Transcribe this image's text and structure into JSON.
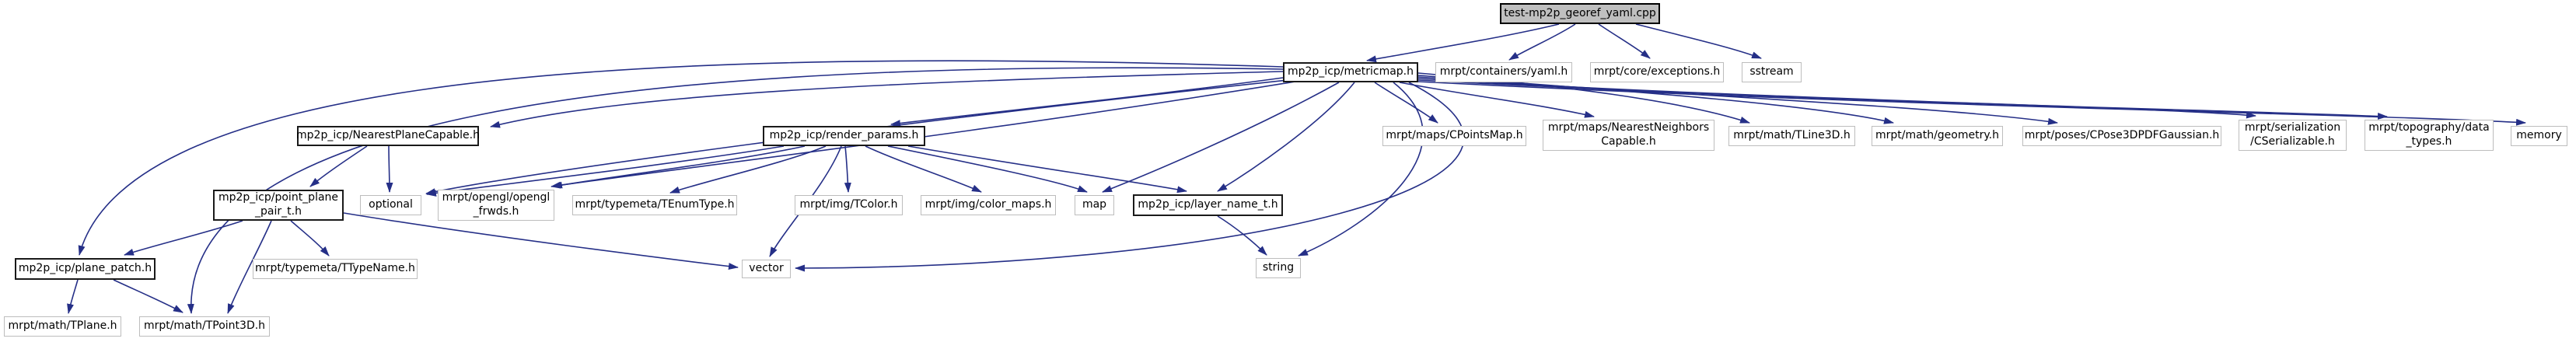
{
  "graph": {
    "kind": "include-dependency-graph",
    "current_file": "test-mp2p_georef_yaml.cpp",
    "colors": {
      "edge": "#252f87",
      "current_node_fill": "#bfbfbf",
      "internal_node_border": "#1a1a1a",
      "external_node_border": "#bdbdbd",
      "background": "#ffffff"
    },
    "nodes": [
      {
        "id": "test_cpp",
        "label": "test-mp2p_georef_yaml.cpp",
        "type": "current"
      },
      {
        "id": "metricmap",
        "label": "mp2p_icp/metricmap.h",
        "type": "internal"
      },
      {
        "id": "yaml",
        "label": "mrpt/containers/yaml.h",
        "type": "external"
      },
      {
        "id": "exceptions",
        "label": "mrpt/core/exceptions.h",
        "type": "external"
      },
      {
        "id": "sstream",
        "label": "sstream",
        "type": "external"
      },
      {
        "id": "nearest_plane",
        "label": "mp2p_icp/NearestPlaneCapable.h",
        "type": "internal"
      },
      {
        "id": "render_params",
        "label": "mp2p_icp/render_params.h",
        "type": "internal"
      },
      {
        "id": "cpointsmap",
        "label": "mrpt/maps/CPointsMap.h",
        "type": "external"
      },
      {
        "id": "nncapable",
        "label": "mrpt/maps/NearestNeighbors\nCapable.h",
        "type": "external"
      },
      {
        "id": "tline3d",
        "label": "mrpt/math/TLine3D.h",
        "type": "external"
      },
      {
        "id": "geometry",
        "label": "mrpt/math/geometry.h",
        "type": "external"
      },
      {
        "id": "cpose",
        "label": "mrpt/poses/CPose3DPDFGaussian.h",
        "type": "external"
      },
      {
        "id": "cserializable",
        "label": "mrpt/serialization\n/CSerializable.h",
        "type": "external"
      },
      {
        "id": "topography",
        "label": "mrpt/topography/data\n_types.h",
        "type": "external"
      },
      {
        "id": "memory",
        "label": "memory",
        "type": "external"
      },
      {
        "id": "point_plane",
        "label": "mp2p_icp/point_plane\n_pair_t.h",
        "type": "internal"
      },
      {
        "id": "optional",
        "label": "optional",
        "type": "external"
      },
      {
        "id": "opengl",
        "label": "mrpt/opengl/opengl\n_frwds.h",
        "type": "external"
      },
      {
        "id": "tenum",
        "label": "mrpt/typemeta/TEnumType.h",
        "type": "external"
      },
      {
        "id": "tcolor",
        "label": "mrpt/img/TColor.h",
        "type": "external"
      },
      {
        "id": "colormaps",
        "label": "mrpt/img/color_maps.h",
        "type": "external"
      },
      {
        "id": "map",
        "label": "map",
        "type": "external"
      },
      {
        "id": "layer_name",
        "label": "mp2p_icp/layer_name_t.h",
        "type": "internal"
      },
      {
        "id": "plane_patch",
        "label": "mp2p_icp/plane_patch.h",
        "type": "internal"
      },
      {
        "id": "ttypename",
        "label": "mrpt/typemeta/TTypeName.h",
        "type": "external"
      },
      {
        "id": "vector",
        "label": "vector",
        "type": "external"
      },
      {
        "id": "string",
        "label": "string",
        "type": "external"
      },
      {
        "id": "tplane",
        "label": "mrpt/math/TPlane.h",
        "type": "external"
      },
      {
        "id": "tpoint3d",
        "label": "mrpt/math/TPoint3D.h",
        "type": "external"
      }
    ],
    "edges": [
      {
        "from": "test_cpp",
        "to": "metricmap"
      },
      {
        "from": "test_cpp",
        "to": "yaml"
      },
      {
        "from": "test_cpp",
        "to": "exceptions"
      },
      {
        "from": "test_cpp",
        "to": "sstream"
      },
      {
        "from": "metricmap",
        "to": "nearest_plane"
      },
      {
        "from": "metricmap",
        "to": "render_params"
      },
      {
        "from": "metricmap",
        "to": "cpointsmap"
      },
      {
        "from": "metricmap",
        "to": "nncapable"
      },
      {
        "from": "metricmap",
        "to": "tline3d"
      },
      {
        "from": "metricmap",
        "to": "geometry"
      },
      {
        "from": "metricmap",
        "to": "cpose"
      },
      {
        "from": "metricmap",
        "to": "cserializable"
      },
      {
        "from": "metricmap",
        "to": "topography"
      },
      {
        "from": "metricmap",
        "to": "memory"
      },
      {
        "from": "metricmap",
        "to": "plane_patch"
      },
      {
        "from": "metricmap",
        "to": "tpoint3d"
      },
      {
        "from": "metricmap",
        "to": "optional"
      },
      {
        "from": "metricmap",
        "to": "opengl"
      },
      {
        "from": "metricmap",
        "to": "map"
      },
      {
        "from": "metricmap",
        "to": "layer_name"
      },
      {
        "from": "metricmap",
        "to": "string"
      },
      {
        "from": "metricmap",
        "to": "vector"
      },
      {
        "from": "nearest_plane",
        "to": "point_plane"
      },
      {
        "from": "nearest_plane",
        "to": "optional"
      },
      {
        "from": "render_params",
        "to": "optional"
      },
      {
        "from": "render_params",
        "to": "opengl"
      },
      {
        "from": "render_params",
        "to": "tenum"
      },
      {
        "from": "render_params",
        "to": "tcolor"
      },
      {
        "from": "render_params",
        "to": "colormaps"
      },
      {
        "from": "render_params",
        "to": "map"
      },
      {
        "from": "render_params",
        "to": "layer_name"
      },
      {
        "from": "render_params",
        "to": "vector"
      },
      {
        "from": "point_plane",
        "to": "plane_patch"
      },
      {
        "from": "point_plane",
        "to": "ttypename"
      },
      {
        "from": "point_plane",
        "to": "tpoint3d"
      },
      {
        "from": "point_plane",
        "to": "vector"
      },
      {
        "from": "plane_patch",
        "to": "tplane"
      },
      {
        "from": "plane_patch",
        "to": "tpoint3d"
      },
      {
        "from": "layer_name",
        "to": "string"
      }
    ]
  }
}
